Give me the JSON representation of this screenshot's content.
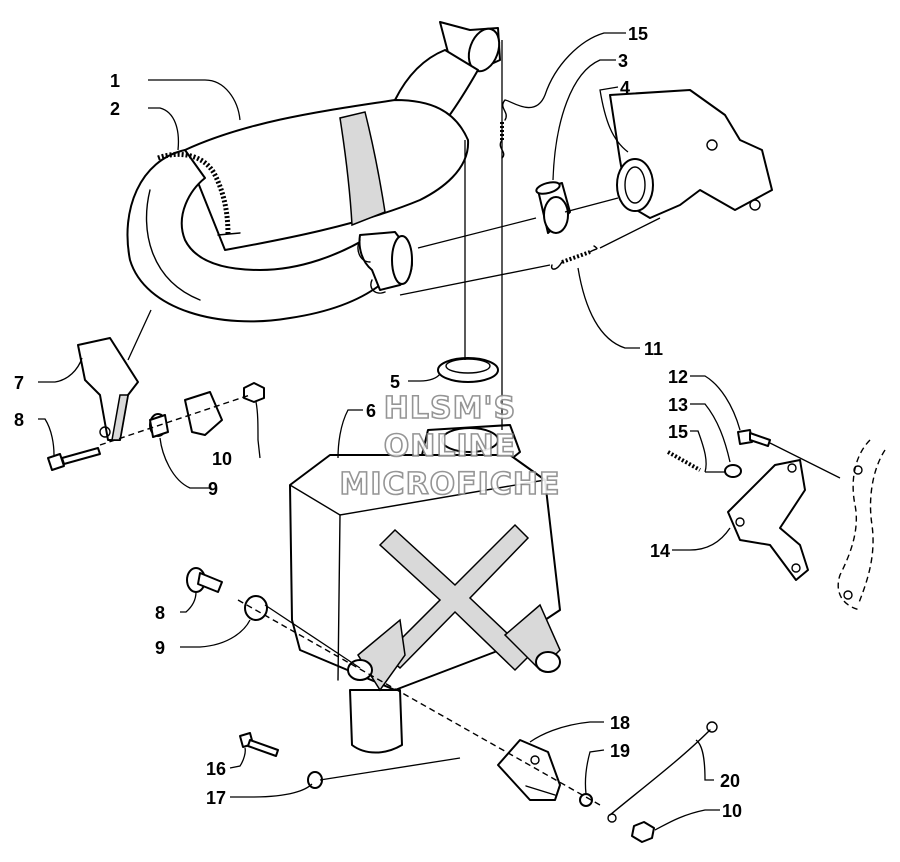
{
  "callouts": {
    "c1": "1",
    "c2": "2",
    "c3": "3",
    "c4": "4",
    "c5": "5",
    "c6": "6",
    "c7": "7",
    "c8a": "8",
    "c8b": "8",
    "c9a": "9",
    "c9b": "9",
    "c10a": "10",
    "c10b": "10",
    "c11": "11",
    "c12": "12",
    "c13": "13",
    "c14": "14",
    "c15a": "15",
    "c15b": "15",
    "c16": "16",
    "c17": "17",
    "c18": "18",
    "c19": "19",
    "c20": "20"
  },
  "watermark": {
    "line1": "HLSM'S",
    "line2": "ONLINE",
    "line3": "MICROFICHE"
  }
}
